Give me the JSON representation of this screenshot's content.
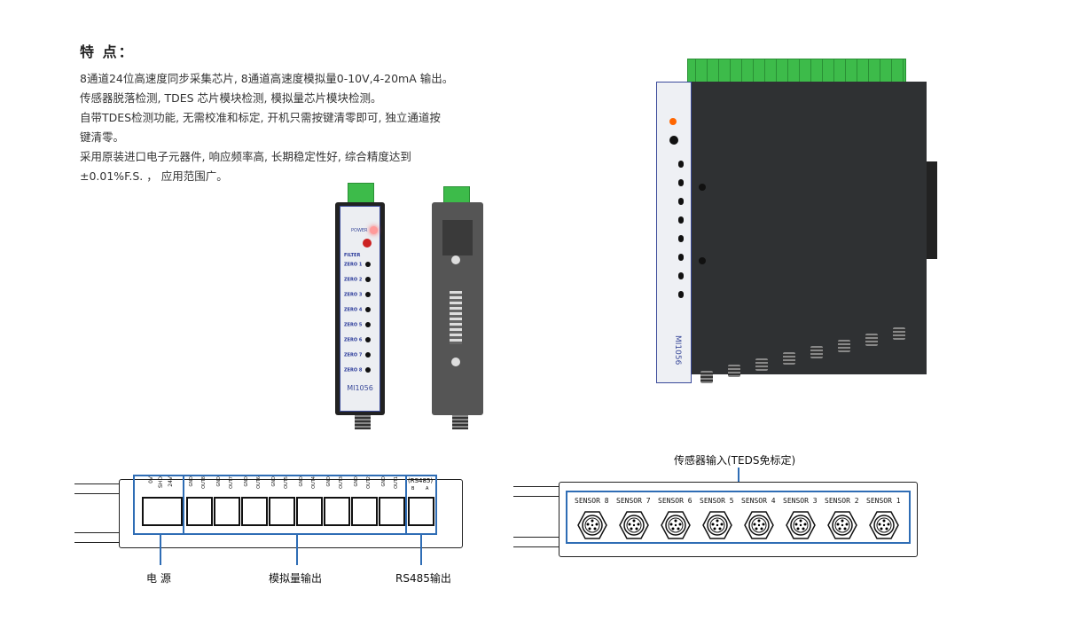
{
  "features": {
    "title": "特 点：",
    "lines": [
      "8通道24位高速度同步采集芯片, 8通道高速度模拟量0-10V,4-20mA 输出。",
      "传感器脱落检测, TDES 芯片模块检测, 模拟量芯片模块检测。",
      "自带TDES检测功能, 无需校准和标定, 开机只需按键清零即可, 独立通道按",
      "键清零。",
      "采用原装进口电子元器件, 响应频率高, 长期稳定性好, 综合精度达到",
      "±0.01%F.S. ， 应用范围广。"
    ]
  },
  "device": {
    "power_label": "POWER",
    "filter_label": "FILTER",
    "zero_buttons": [
      "ZERO 1",
      "ZERO 2",
      "ZERO 3",
      "ZERO 4",
      "ZERO 5",
      "ZERO 6",
      "ZERO 7",
      "ZERO 8"
    ],
    "model": "MI1056"
  },
  "terminal_diagram": {
    "power_terminals": [
      "0V",
      "SHD",
      "24V"
    ],
    "analog_terminals": [
      [
        "GND",
        "OUT8"
      ],
      [
        "GND",
        "OUT7"
      ],
      [
        "GND",
        "OUT6"
      ],
      [
        "GND",
        "OUT5"
      ],
      [
        "GND",
        "OUT4"
      ],
      [
        "GND",
        "OUT3"
      ],
      [
        "GND",
        "OUT2"
      ],
      [
        "GND",
        "OUT1"
      ]
    ],
    "rs485_header": "(RS485)",
    "rs485_terminals": [
      "B",
      "A"
    ],
    "captions": {
      "power": "电 源",
      "analog": "模拟量输出",
      "rs485": "RS485输出"
    }
  },
  "sensor_diagram": {
    "caption": "传感器输入(TEDS免标定)",
    "sensors": [
      "SENSOR 8",
      "SENSOR 7",
      "SENSOR 6",
      "SENSOR 5",
      "SENSOR 4",
      "SENSOR 3",
      "SENSOR 2",
      "SENSOR 1"
    ]
  },
  "colors": {
    "accent_blue": "#2f6db5",
    "terminal_green": "#3dbb4a"
  }
}
